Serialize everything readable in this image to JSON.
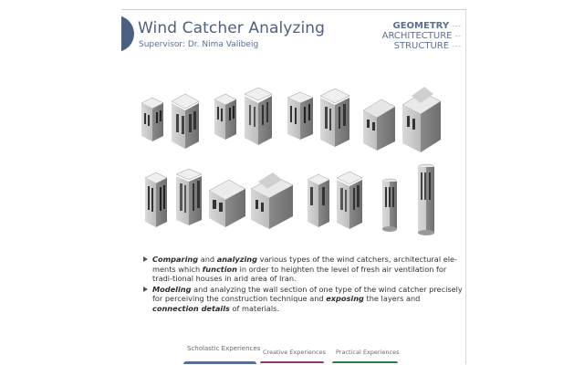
{
  "header": {
    "title": "Wind Catcher Analyzing",
    "subtitle": "Supervisor: Dr. Nima Valibeig",
    "tags": [
      "GEOMETRY",
      "ARCHITECTURE",
      "STRUCTURE"
    ]
  },
  "body": {
    "bullet1": {
      "w1": "Comparing",
      "t1": " and ",
      "w2": "analyzing",
      "t2": " various types of the wind catchers, architectural ele-ments which ",
      "w3": "function",
      "t3": " in order to heighten the level of fresh air ventilation for tradi-tional houses in arid area of Iran."
    },
    "bullet2": {
      "w1": "Modeling",
      "t1": " and analyzing the wall section of one type of the wind catcher precisely for perceiving the construction technique and ",
      "w2": "exposing",
      "t2": " the layers and ",
      "w3": "connection details",
      "t3": " of materials."
    }
  },
  "tabs": {
    "scholastic": "Scholastic Experiences",
    "creative": "Creative Experiences",
    "practical": "Practical Experiences"
  },
  "colors": {
    "accent": "#4a6083",
    "tab_scholastic": "#5b6f95",
    "tab_creative": "#8a3a78",
    "tab_practical": "#2e7d52"
  }
}
